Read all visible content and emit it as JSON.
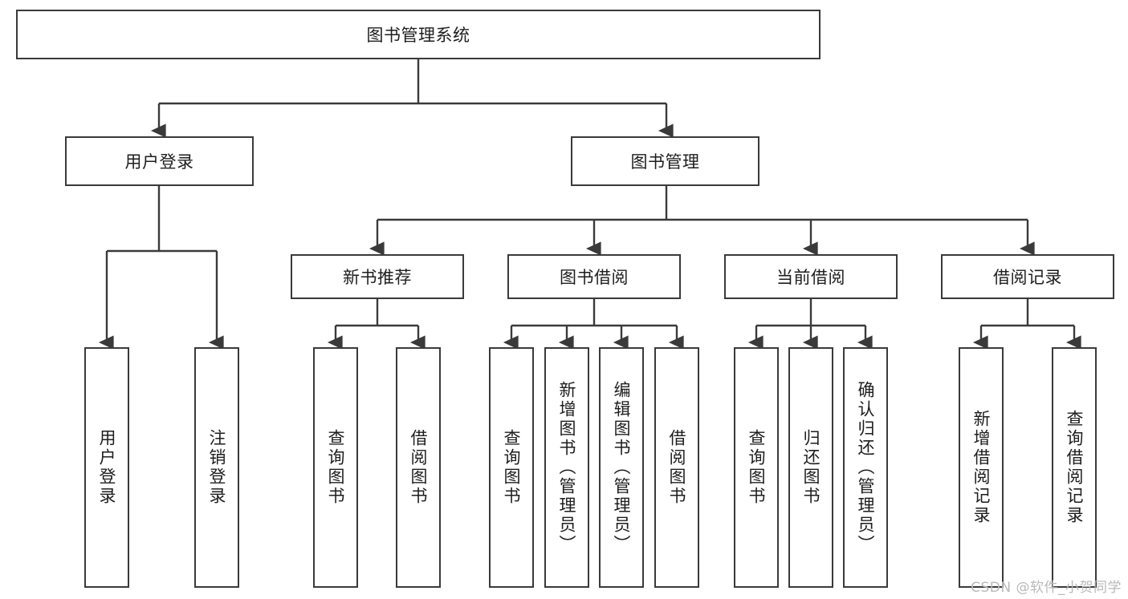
{
  "diagram": {
    "type": "tree-hierarchy",
    "title": "图书管理系统",
    "watermark": "CSDN @软件_小贺同学",
    "colors": {
      "stroke": "#3a3a3a",
      "fill": "#ffffff",
      "text": "#1d1d1d",
      "watermark": "#b9b9b9"
    },
    "root": {
      "label": "图书管理系统"
    },
    "level2": [
      {
        "id": "user-login",
        "label": "用户登录"
      },
      {
        "id": "book-manage",
        "label": "图书管理"
      }
    ],
    "level3": [
      {
        "id": "new-book-rec",
        "label": "新书推荐"
      },
      {
        "id": "book-borrow",
        "label": "图书借阅"
      },
      {
        "id": "current-borrow",
        "label": "当前借阅"
      },
      {
        "id": "borrow-record",
        "label": "借阅记录"
      }
    ],
    "leaves": {
      "user_login": [
        {
          "id": "leaf-user-login",
          "label": "用户登录"
        },
        {
          "id": "leaf-logout",
          "label": "注销登录"
        }
      ],
      "new_book_rec": [
        {
          "id": "leaf-query-book-1",
          "label": "查询图书"
        },
        {
          "id": "leaf-borrow-book-1",
          "label": "借阅图书"
        }
      ],
      "book_borrow": [
        {
          "id": "leaf-query-book-2",
          "label": "查询图书"
        },
        {
          "id": "leaf-add-book",
          "label": "新增图书（管理员）"
        },
        {
          "id": "leaf-edit-book",
          "label": "编辑图书（管理员）"
        },
        {
          "id": "leaf-borrow-book-2",
          "label": "借阅图书"
        }
      ],
      "current_borrow": [
        {
          "id": "leaf-query-book-3",
          "label": "查询图书"
        },
        {
          "id": "leaf-return-book",
          "label": "归还图书"
        },
        {
          "id": "leaf-confirm-return",
          "label": "确认归还（管理员）"
        }
      ],
      "borrow_record": [
        {
          "id": "leaf-add-record",
          "label": "新增借阅记录"
        },
        {
          "id": "leaf-query-record",
          "label": "查询借阅记录"
        }
      ]
    }
  }
}
